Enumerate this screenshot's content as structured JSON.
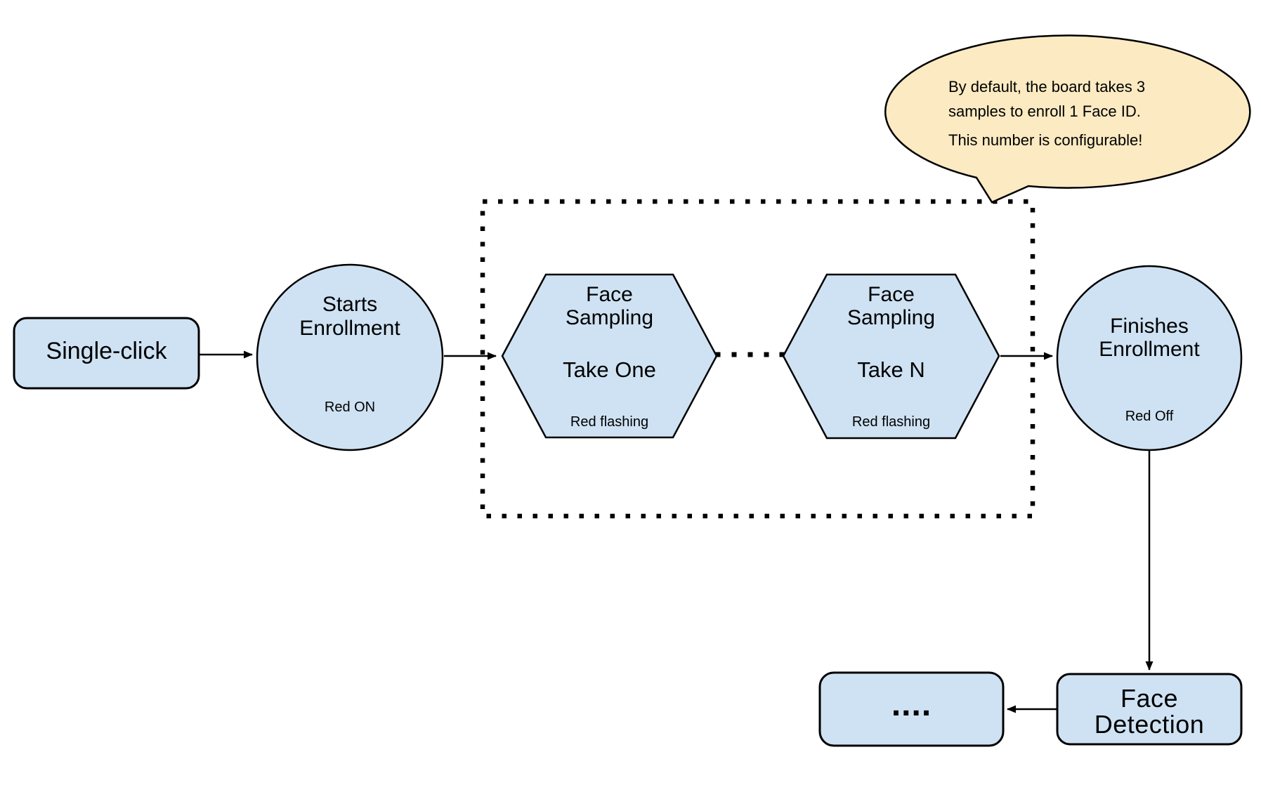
{
  "colors": {
    "background": "#ffffff",
    "node_fill": "#cfe2f3",
    "node_stroke": "#000000",
    "callout_fill": "#fbeac2",
    "connector": "#000000",
    "text": "#000000"
  },
  "callout": {
    "text_primary": "By default, the board takes 3\nsamples to enroll 1 Face ID.",
    "text_secondary": "This number is configurable!"
  },
  "nodes": {
    "single_click": {
      "label": "Single-click",
      "shape": "rounded-rectangle"
    },
    "starts_enrollment": {
      "label": "Starts\nEnrollment",
      "status": "Red ON",
      "shape": "circle"
    },
    "face_sampling_first": {
      "label": "Face\nSampling",
      "step": "Take One",
      "status": "Red flashing",
      "shape": "hexagon"
    },
    "face_sampling_last": {
      "label": "Face\nSampling",
      "step": "Take N",
      "status": "Red flashing",
      "shape": "hexagon"
    },
    "finishes_enrollment": {
      "label": "Finishes\nEnrollment",
      "status": "Red Off",
      "shape": "circle"
    },
    "face_detection": {
      "label": "Face\nDetection",
      "shape": "rounded-rectangle"
    },
    "continuation": {
      "label": "....",
      "shape": "rounded-rectangle"
    }
  },
  "sampling_group": {
    "border_style": "dotted",
    "ellipsis": "....."
  }
}
